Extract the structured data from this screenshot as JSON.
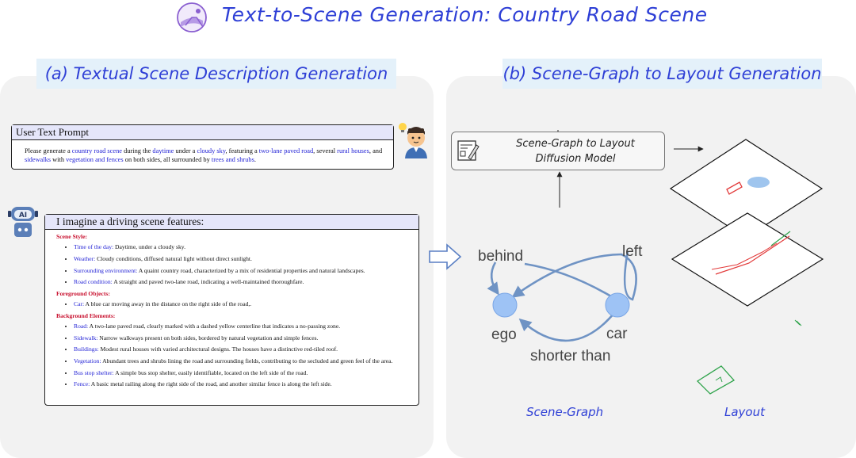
{
  "title": "Text-to-Scene Generation: Country Road Scene",
  "panel_a": {
    "heading": "(a) Textual Scene Description Generation"
  },
  "panel_b": {
    "heading": "(b) Scene-Graph to Layout Generation"
  },
  "prompt": {
    "header": "User Text Prompt",
    "segments": [
      {
        "t": "Please generate a ",
        "h": false
      },
      {
        "t": "country road scene",
        "h": true
      },
      {
        "t": " during the ",
        "h": false
      },
      {
        "t": "daytime",
        "h": true
      },
      {
        "t": " under a ",
        "h": false
      },
      {
        "t": "cloudy sky",
        "h": true
      },
      {
        "t": ", featuring a ",
        "h": false
      },
      {
        "t": "two-lane paved road",
        "h": true
      },
      {
        "t": ", several ",
        "h": false
      },
      {
        "t": "rural houses",
        "h": true
      },
      {
        "t": ", and ",
        "h": false
      },
      {
        "t": "sidewalks",
        "h": true
      },
      {
        "t": " with ",
        "h": false
      },
      {
        "t": "vegetation and fences",
        "h": true
      },
      {
        "t": " on both sides, all surrounded by ",
        "h": false
      },
      {
        "t": "trees and shrubs",
        "h": true
      },
      {
        "t": ".",
        "h": false
      }
    ]
  },
  "scene": {
    "header": "I imagine a driving scene features:",
    "sections": [
      {
        "title": "Scene Style:",
        "items": [
          {
            "key": "Time of the day:",
            "text": " Daytime, under a cloudy sky."
          },
          {
            "key": "Weather:",
            "text": " Cloudy conditions, diffused natural light without direct sunlight."
          },
          {
            "key": "Surrounding environment:",
            "text": " A quaint country road, characterized by a mix of residential properties and natural landscapes."
          },
          {
            "key": "Road condition:",
            "text": " A straight and paved two-lane road, indicating a well-maintained thoroughfare."
          }
        ]
      },
      {
        "title": "Foreground Objects:",
        "items": [
          {
            "key": "Car:",
            "text": " A blue car moving away in the distance on the right side of the road,."
          }
        ]
      },
      {
        "title": "Background Elements:",
        "items": [
          {
            "key": "Road:",
            "text": " A two-lane paved road, clearly marked with a dashed yellow centerline that indicates a no-passing zone."
          },
          {
            "key": "Sidewalk:",
            "text": " Narrow walkways present on both sides, bordered by natural vegetation and simple fences."
          },
          {
            "key": "Buildings:",
            "text": " Modest rural houses with varied architectural designs. The houses have a distinctive red-tiled roof."
          },
          {
            "key": "Vegetation:",
            "text": " Abundant trees and shrubs lining the road and surrounding fields, contributing to the secluded and green feel of the area."
          },
          {
            "key": "Bus stop shelter:",
            "text": " A simple bus stop shelter, easily identifiable, located on the left side of the road."
          },
          {
            "key": "Fence:",
            "text": " A basic metal railing along the right side of the road, and another similar fence is along the left side."
          }
        ]
      }
    ]
  },
  "diffusion_model": {
    "line1": "Scene-Graph to Layout",
    "line2": "Diffusion Model"
  },
  "graph": {
    "nodes": {
      "ego": "ego",
      "car": "car"
    },
    "edges": {
      "behind": "behind",
      "left": "left",
      "shorter_than": "shorter than"
    }
  },
  "captions": {
    "scene_graph": "Scene-Graph",
    "layout": "Layout"
  },
  "icons": {
    "logo": "road-logo-icon",
    "user": "user-avatar-icon",
    "ai": "ai-robot-icon",
    "diffusion": "diffusion-model-icon",
    "arrow": "block-arrow-icon"
  },
  "colors": {
    "title": "#2e3fd6",
    "highlight": "#2424d6",
    "section": "#c8102e",
    "node": "#9ec3f5",
    "edge": "#6f93c4"
  }
}
